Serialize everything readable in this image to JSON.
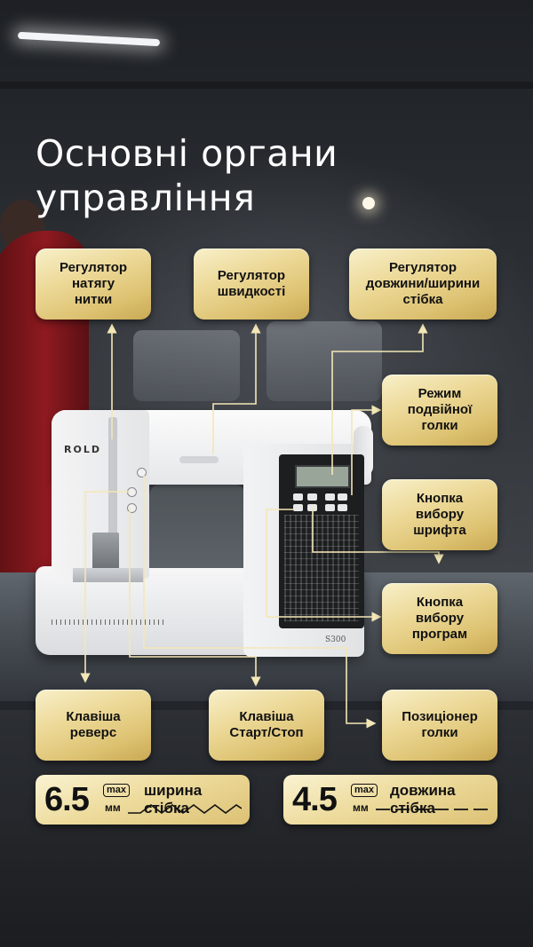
{
  "title": {
    "line1": "Основні органи",
    "line2": "управління"
  },
  "machine": {
    "brand": "ROLD",
    "model": "S300"
  },
  "labels": {
    "thread_tension": "Регулятор\nнатягу\nнитки",
    "speed": "Регулятор\nшвидкості",
    "stitch_length_width": "Регулятор\nдовжини/ширини\nстібка",
    "twin_needle": "Режим\nподвійної\nголки",
    "font_select": "Кнопка\nвибору\nшрифта",
    "program_select": "Кнопка\nвибору\nпрограм",
    "reverse": "Клавіша\nреверс",
    "start_stop": "Клавіша\nСтарт/Стоп",
    "needle_position": "Позиціонер\nголки"
  },
  "specs": [
    {
      "value": "6.5",
      "max": "max",
      "unit": "мм",
      "caption": "ширина стібка",
      "pattern": "zigzag"
    },
    {
      "value": "4.5",
      "max": "max",
      "unit": "мм",
      "caption": "довжина стібка",
      "pattern": "dashed"
    }
  ],
  "colors": {
    "gold_light": "#f8f0c9",
    "gold": "#dcc170",
    "wire": "#f3e7b6",
    "text_dark": "#111111",
    "title": "#ffffff"
  }
}
